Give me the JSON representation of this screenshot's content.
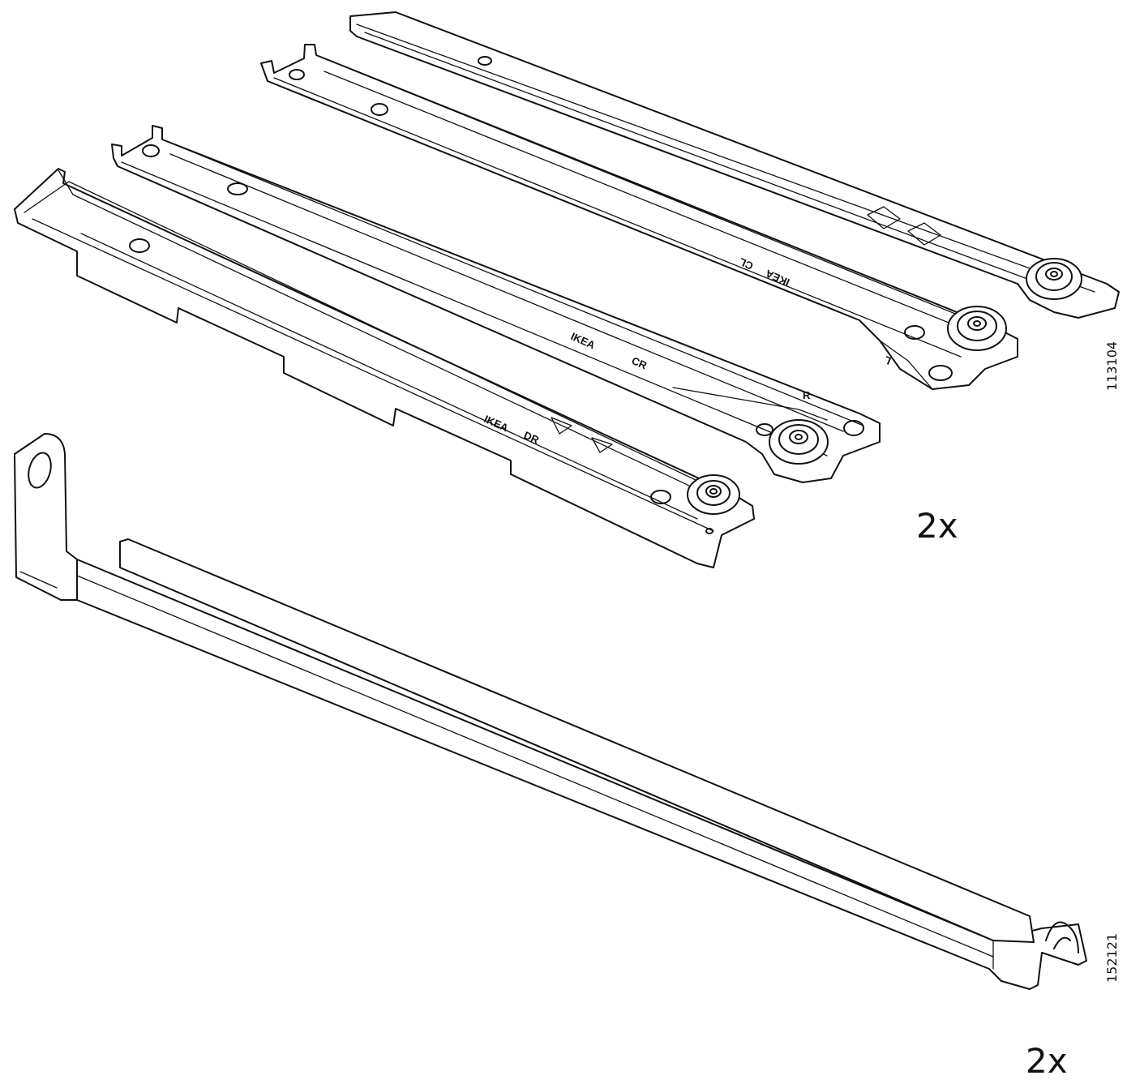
{
  "parts": [
    {
      "id": "drawer-runner-set",
      "quantity_label": "2x",
      "article_number": "113104",
      "stamps": [
        "IKEA",
        "CR",
        "IKEA",
        "DR",
        "IKEA",
        "CL",
        "R",
        "L"
      ]
    },
    {
      "id": "rear-support-bar",
      "quantity_label": "2x",
      "article_number": "152121"
    }
  ],
  "colors": {
    "line": "#111111",
    "background": "#ffffff"
  }
}
